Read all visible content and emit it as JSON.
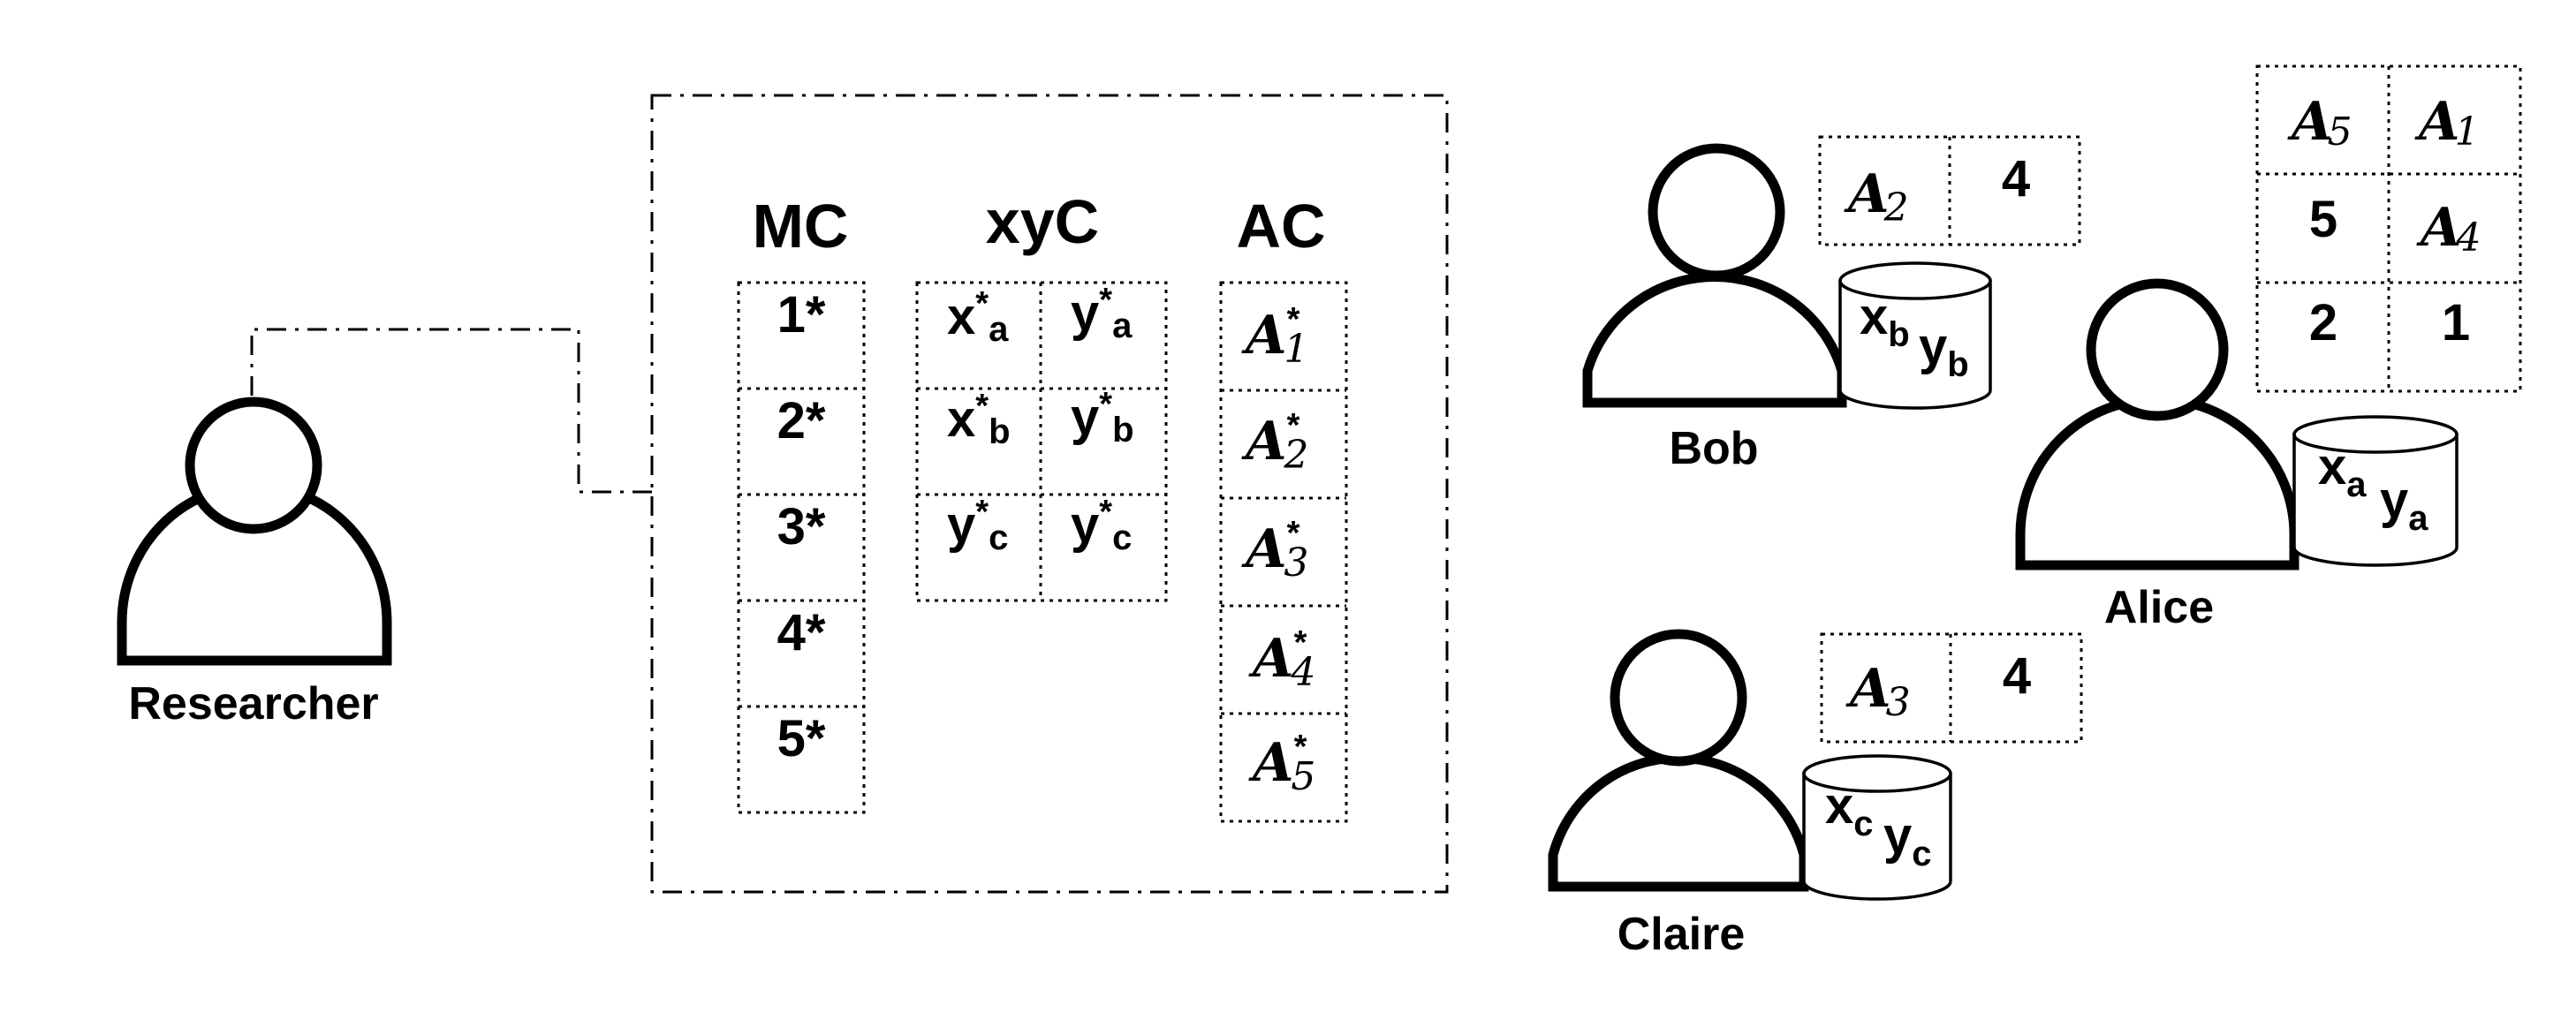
{
  "researcher": {
    "label": "Researcher"
  },
  "central_store": {
    "mc": {
      "header": "MC",
      "items": [
        "1*",
        "2*",
        "3*",
        "4*",
        "5*"
      ]
    },
    "xyc": {
      "header": "xyC",
      "rows": [
        [
          {
            "v": "x",
            "sup": "*",
            "sub": "a"
          },
          {
            "v": "y",
            "sup": "*",
            "sub": "a"
          }
        ],
        [
          {
            "v": "x",
            "sup": "*",
            "sub": "b"
          },
          {
            "v": "y",
            "sup": "*",
            "sub": "b"
          }
        ],
        [
          {
            "v": "y",
            "sup": "*",
            "sub": "c"
          },
          {
            "v": "y",
            "sup": "*",
            "sub": "c"
          }
        ]
      ]
    },
    "ac": {
      "header": "AC",
      "symbol": "A",
      "star": "*",
      "items": [
        "1",
        "2",
        "3",
        "4",
        "5"
      ]
    }
  },
  "parties": {
    "bob": {
      "label": "Bob",
      "data": {
        "x": "x",
        "x_sub": "b",
        "y": "y",
        "y_sub": "b"
      },
      "table": [
        [
          {
            "sym": "A",
            "sub": "2"
          },
          "4"
        ]
      ]
    },
    "alice": {
      "label": "Alice",
      "data": {
        "x": "x",
        "x_sub": "a",
        "y": "y",
        "y_sub": "a"
      },
      "table": [
        [
          {
            "sym": "A",
            "sub": "5"
          },
          {
            "sym": "A",
            "sub": "1"
          }
        ],
        [
          "5",
          {
            "sym": "A",
            "sub": "4"
          }
        ],
        [
          "2",
          "1"
        ]
      ]
    },
    "claire": {
      "label": "Claire",
      "data": {
        "x": "x",
        "x_sub": "c",
        "y": "y",
        "y_sub": "c"
      },
      "table": [
        [
          {
            "sym": "A",
            "sub": "3"
          },
          "4"
        ]
      ]
    }
  }
}
